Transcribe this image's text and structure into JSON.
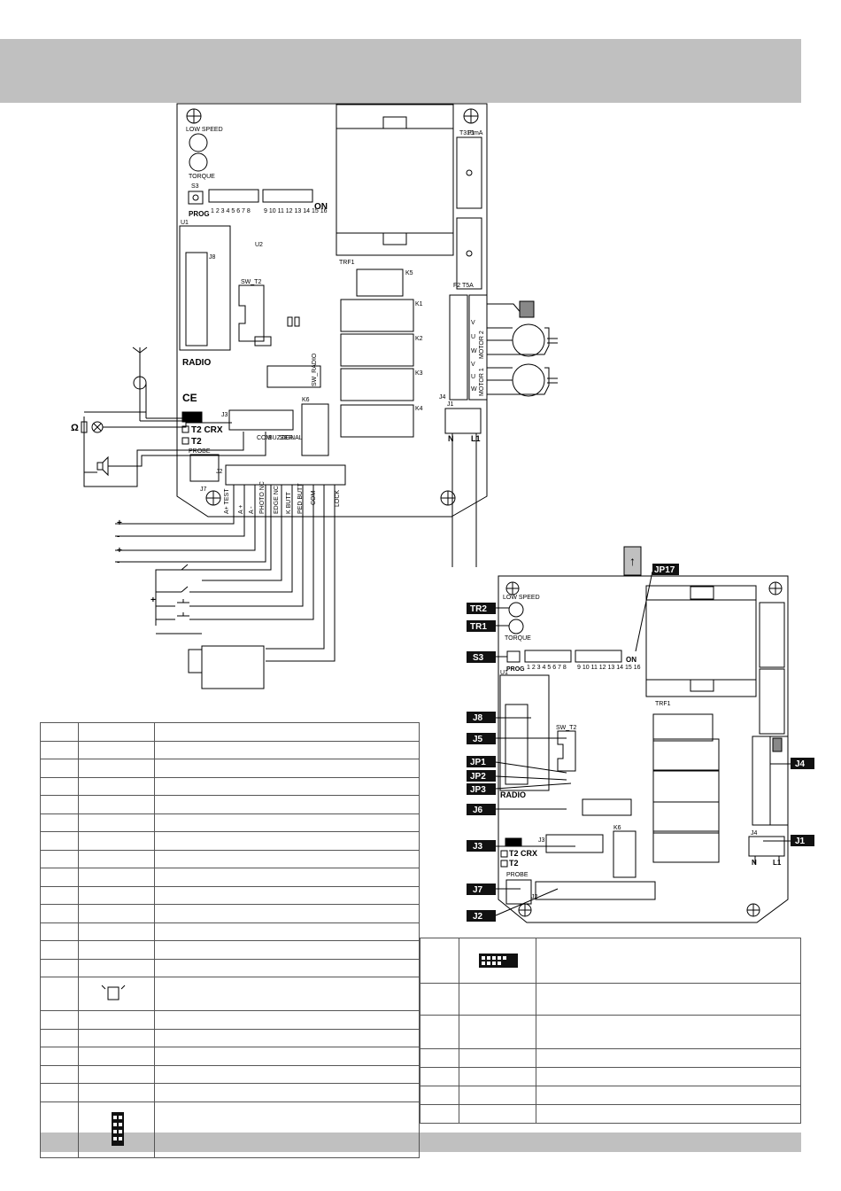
{
  "board_main": {
    "speed_trimmers": [
      "LOW SPEED",
      "TORQUE"
    ],
    "switches": {
      "button": "S3",
      "prog": "PROG",
      "dip_numbers_a": "1 2 3 4 5 6 7 8",
      "dip_numbers_b": "9 10 11 12 13 14 15 16",
      "on": "ON"
    },
    "fuses": [
      "T315mA",
      "F1",
      "F2 T5A"
    ],
    "transformer": "TRF1",
    "chips": [
      "U1",
      "U2",
      "J8",
      "SW_T2"
    ],
    "relays": [
      "K5",
      "K1",
      "K2",
      "K3",
      "K4",
      "K6"
    ],
    "radio": "RADIO",
    "ce": "CE",
    "j3": {
      "label": "J3",
      "pins": [
        "COM",
        "BUZZER",
        "SIGNAL"
      ]
    },
    "options": [
      "T2 CRX",
      "T2"
    ],
    "probe": "PROBE",
    "j7": "J7",
    "j2": {
      "label": "J2",
      "pins": [
        "A+ TEST",
        "A +",
        "A -",
        "PHOTO NC",
        "EDGE NC",
        "K BUTT",
        "PED BUTT",
        "COM",
        "LOCK"
      ]
    },
    "j4": {
      "label": "J4",
      "motor2": "MOTOR 2",
      "motor1": "MOTOR 1",
      "phases": [
        "V",
        "U",
        "W"
      ]
    },
    "j1": {
      "label": "J1",
      "n": "N",
      "l1": "L1"
    },
    "sw_radio": "SW_RADIO"
  },
  "left_wiring": {
    "ohm": "Ω",
    "pol_plus": "+",
    "pol_minus": "-"
  },
  "callouts": [
    "TR2",
    "TR1",
    "S3",
    "J8",
    "J5",
    "JP1",
    "JP2",
    "JP3",
    "J6",
    "J3",
    "J7",
    "J2",
    "J4",
    "J1",
    "JP17"
  ],
  "arrow_box": "↑",
  "table_left_rows": 21,
  "table_right_rows": 7,
  "colors": {
    "band": "#c0c0c0",
    "tag": "#111111",
    "line": "#000000"
  }
}
